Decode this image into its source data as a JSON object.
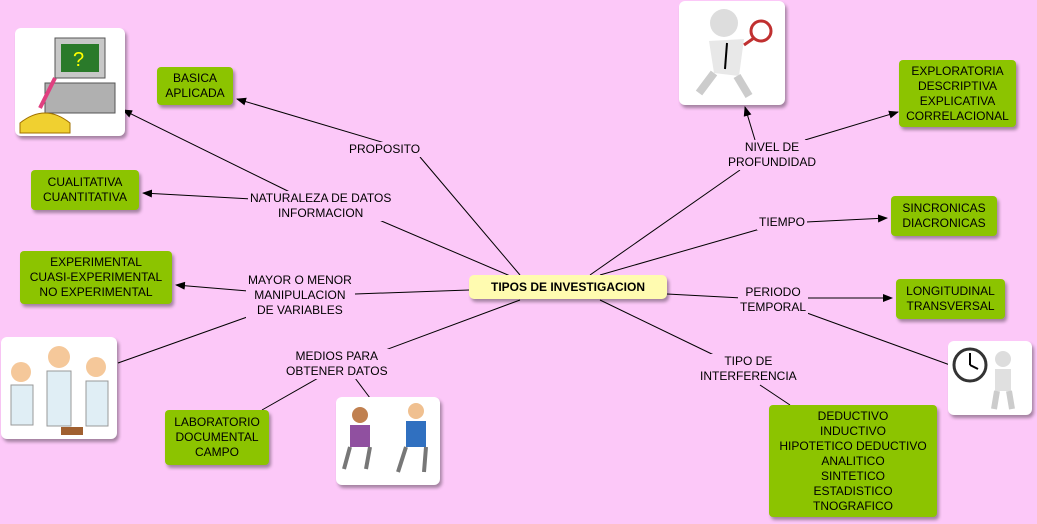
{
  "center": "TIPOS DE INVESTIGACION",
  "branches": {
    "proposito": {
      "label": "PROPOSITO",
      "values": [
        "BASICA",
        "APLICADA"
      ]
    },
    "naturaleza": {
      "label": [
        "NATURALEZA DE DATOS",
        "INFORMACION"
      ],
      "values": [
        "CUALITATIVA",
        "CUANTITATIVA"
      ]
    },
    "manipulacion": {
      "label": [
        "MAYOR O MENOR",
        "MANIPULACION",
        "DE VARIABLES"
      ],
      "values": [
        "EXPERIMENTAL",
        "CUASI-EXPERIMENTAL",
        "NO EXPERIMENTAL"
      ]
    },
    "medios": {
      "label": [
        "MEDIOS PARA",
        "OBTENER DATOS"
      ],
      "values": [
        "LABORATORIO",
        "DOCUMENTAL",
        "CAMPO"
      ]
    },
    "nivel": {
      "label": [
        "NIVEL DE",
        "PROFUNDIDAD"
      ],
      "values": [
        "EXPLORATORIA",
        "DESCRIPTIVA",
        "EXPLICATIVA",
        "CORRELACIONAL"
      ]
    },
    "tiempo": {
      "label": "TIEMPO",
      "values": [
        "SINCRONICAS",
        "DIACRONICAS"
      ]
    },
    "periodo": {
      "label": [
        "PERIODO",
        "TEMPORAL"
      ],
      "values": [
        "LONGITUDINAL",
        "TRANSVERSAL"
      ]
    },
    "interferencia": {
      "label": [
        "TIPO DE",
        "INTERFERENCIA"
      ],
      "values": [
        "DEDUCTIVO",
        "INDUCTIVO",
        "HIPOTETICO DEDUCTIVO",
        "ANALITICO",
        "SINTETICO",
        "ESTADISTICO",
        "TNOGRAFICO"
      ]
    }
  },
  "images": [
    "computer-question-icon",
    "researcher-magnifier-icon",
    "scientists-lab-icon",
    "interview-people-icon",
    "clock-person-icon"
  ],
  "colors": {
    "background": "#fcc8f8",
    "box": "#8cc400",
    "center": "#fffbb0",
    "line": "#000000"
  }
}
